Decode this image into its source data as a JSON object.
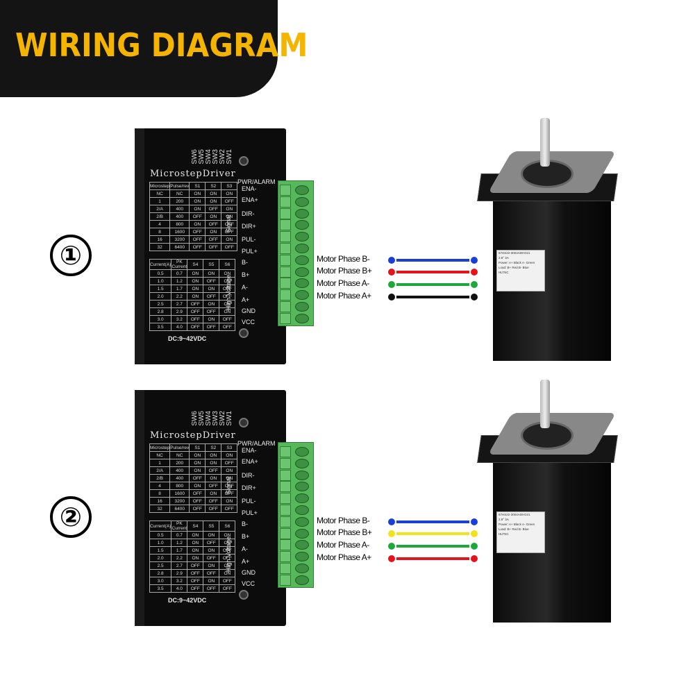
{
  "banner": {
    "title": "WIRING DIAGRAM"
  },
  "driver": {
    "title": "MicrostepDriver",
    "sw_labels": [
      "SW6",
      "SW5",
      "SW4",
      "SW3",
      "SW2",
      "SW1"
    ],
    "pwr_alarm": "PWR/ALARM",
    "dc": "DC:9~42VDC",
    "signal_label": "Signal",
    "hv_label": "High Voltage",
    "pins": [
      "ENA-",
      "ENA+",
      "DIR-",
      "DIR+",
      "PUL-",
      "PUL+",
      "B-",
      "B+",
      "A-",
      "A+",
      "GND",
      "VCC"
    ],
    "microstep_table": [
      [
        "Microstep",
        "Pulse/rev",
        "S1",
        "S2",
        "S3"
      ],
      [
        "NC",
        "NC",
        "ON",
        "ON",
        "ON"
      ],
      [
        "1",
        "200",
        "ON",
        "ON",
        "OFF"
      ],
      [
        "2/A",
        "400",
        "ON",
        "OFF",
        "ON"
      ],
      [
        "2/B",
        "400",
        "OFF",
        "ON",
        "ON"
      ],
      [
        "4",
        "800",
        "ON",
        "OFF",
        "OFF"
      ],
      [
        "8",
        "1600",
        "OFF",
        "ON",
        "OFF"
      ],
      [
        "16",
        "3200",
        "OFF",
        "OFF",
        "ON"
      ],
      [
        "32",
        "6400",
        "OFF",
        "OFF",
        "OFF"
      ]
    ],
    "current_table": [
      [
        "Current(A)",
        "PK Current",
        "S4",
        "S5",
        "S6"
      ],
      [
        "0.5",
        "0.7",
        "ON",
        "ON",
        "ON"
      ],
      [
        "1.0",
        "1.2",
        "ON",
        "OFF",
        "ON"
      ],
      [
        "1.5",
        "1.7",
        "ON",
        "ON",
        "OFF"
      ],
      [
        "2.0",
        "2.2",
        "ON",
        "OFF",
        "OFF"
      ],
      [
        "2.5",
        "2.7",
        "OFF",
        "ON",
        "ON"
      ],
      [
        "2.8",
        "2.9",
        "OFF",
        "OFF",
        "ON"
      ],
      [
        "3.0",
        "3.2",
        "OFF",
        "ON",
        "OFF"
      ],
      [
        "3.5",
        "4.0",
        "OFF",
        "OFF",
        "OFF"
      ]
    ]
  },
  "motor": {
    "label_lines": [
      "57HS22-3004A08-D21",
      "2.8° 3A",
      "Power: A+ Black  A- Green",
      "Load: B+ Red  B- Blue",
      "HLTNC"
    ]
  },
  "diagrams": [
    {
      "number": "①",
      "wires": [
        {
          "label": "Motor Phase B-",
          "color": "#1a3fd6"
        },
        {
          "label": "Motor Phase B+",
          "color": "#e3141c"
        },
        {
          "label": "Motor Phase A-",
          "color": "#1ea83a"
        },
        {
          "label": "Motor Phase A+",
          "color": "#111111"
        }
      ]
    },
    {
      "number": "②",
      "wires": [
        {
          "label": "Motor Phase B-",
          "color": "#1a3fd6"
        },
        {
          "label": "Motor Phase B+",
          "color": "#f2e21a"
        },
        {
          "label": "Motor Phase A-",
          "color": "#1ea83a"
        },
        {
          "label": "Motor Phase A+",
          "color": "#e3141c"
        }
      ]
    }
  ]
}
